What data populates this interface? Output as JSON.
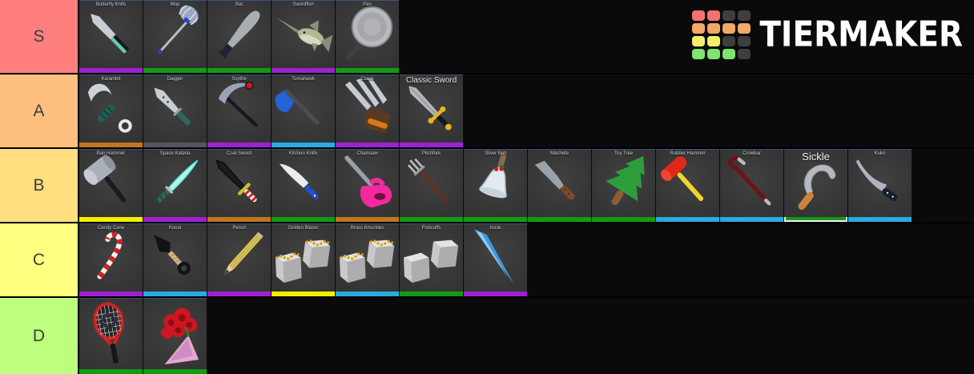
{
  "logo": {
    "text": "TIERMAKER",
    "grid": [
      [
        "#f87171",
        "#f87171",
        "#3e3e3e",
        "#3e3e3e"
      ],
      [
        "#f3a96a",
        "#f3a96a",
        "#f3a96a",
        "#f3a96a"
      ],
      [
        "#f3ef6e",
        "#f3ef6e",
        "#3e3e3e",
        "#3e3e3e"
      ],
      [
        "#7fe36f",
        "#7fe36f",
        "#7fe36f",
        "#3e3e3e"
      ]
    ]
  },
  "palette": {
    "purple": "#a020d0",
    "green": "#149b14",
    "cyan": "#29abe2",
    "orange": "#c1761c",
    "gray": "#56565a",
    "yellow": "#f2ef00"
  },
  "tiers": [
    {
      "label": "S",
      "color": "#ff7f7e",
      "items": [
        {
          "name": "Butterfly Knife",
          "bar": "purple",
          "icon": "butterfly",
          "c": [
            "#c9ced6",
            "#63c9b4",
            "#16191e"
          ]
        },
        {
          "name": "Mop",
          "bar": "green",
          "icon": "mop",
          "c": [
            "#b9bec6",
            "#9aa6c2",
            "#2b46c8"
          ]
        },
        {
          "name": "Bat",
          "bar": "green",
          "icon": "bat",
          "c": [
            "#a9aeb5",
            "#1d2433"
          ]
        },
        {
          "name": "Swordfish",
          "bar": "purple",
          "icon": "swordfish",
          "c": [
            "#b3b896",
            "#87907a",
            "#d6d9c0"
          ]
        },
        {
          "name": "Pan",
          "bar": "green",
          "icon": "pan",
          "c": [
            "#b9babe",
            "#3f4042"
          ]
        }
      ]
    },
    {
      "label": "A",
      "color": "#ffbf7f",
      "items": [
        {
          "name": "Karambit",
          "bar": "orange",
          "icon": "karambit",
          "c": [
            "#cdd2d8",
            "#1f5f55",
            "#e8e8e8"
          ]
        },
        {
          "name": "Dagger",
          "bar": "gray",
          "icon": "dagger",
          "c": [
            "#c9ced4",
            "#2a6a5c"
          ]
        },
        {
          "name": "Scythe",
          "bar": "purple",
          "icon": "scythe",
          "c": [
            "#9ba2b8",
            "#17171f",
            "#e01616"
          ]
        },
        {
          "name": "Tomahawk",
          "bar": "cyan",
          "icon": "tomahawk",
          "c": [
            "#2563d6",
            "#4a4e55"
          ]
        },
        {
          "name": "Claws",
          "bar": "purple",
          "icon": "claws",
          "c": [
            "#c6cbd1",
            "#5a3a20",
            "#d97716"
          ]
        },
        {
          "name": "Classic Sword",
          "bar": "purple",
          "icon": "sword",
          "c": [
            "#b3b7bd",
            "#e8b31c",
            "#16161e"
          ],
          "label_style": "large"
        }
      ]
    },
    {
      "label": "B",
      "color": "#ffdf80",
      "items": [
        {
          "name": "Ban Hammer",
          "bar": "yellow",
          "icon": "banhammer",
          "c": [
            "#aab0b8",
            "#1a1a22"
          ]
        },
        {
          "name": "Space Katana",
          "bar": "purple",
          "icon": "katana",
          "c": [
            "#b2f4ee",
            "#2f6b4f",
            "#5ae8dc"
          ]
        },
        {
          "name": "Coal Sword",
          "bar": "orange",
          "icon": "coalsword",
          "c": [
            "#1a1c20",
            "#c8c22c",
            "#d42020"
          ]
        },
        {
          "name": "Kitchen Knife",
          "bar": "green",
          "icon": "kitchenknife",
          "c": [
            "#e9edf2",
            "#2350c8"
          ]
        },
        {
          "name": "Chainsaw",
          "bar": "orange",
          "icon": "chainsaw",
          "c": [
            "#f528a0",
            "#9aa0a6"
          ]
        },
        {
          "name": "Pitchfork",
          "bar": "green",
          "icon": "pitchfork",
          "c": [
            "#b9bec4",
            "#7a2812"
          ]
        },
        {
          "name": "Silver Bell",
          "bar": "green",
          "icon": "silverbell",
          "c": [
            "#e3ebf0",
            "#8a6a50",
            "#cc1d1d"
          ]
        },
        {
          "name": "Machete",
          "bar": "green",
          "icon": "machete",
          "c": [
            "#9aa2aa",
            "#7a4a28"
          ]
        },
        {
          "name": "Toy Tree",
          "bar": "green",
          "icon": "toytree",
          "c": [
            "#2e9e3c",
            "#8a5c38"
          ]
        },
        {
          "name": "Rubber Hammer",
          "bar": "cyan",
          "icon": "rubberhammer",
          "c": [
            "#e02818",
            "#f2d431"
          ]
        },
        {
          "name": "Crowbar",
          "bar": "cyan",
          "icon": "crowbar",
          "c": [
            "#6e1216",
            "#b8bcc2"
          ]
        },
        {
          "name": "Sickle",
          "bar": "green",
          "icon": "sickle",
          "c": [
            "#b6bac0",
            "#cd833f"
          ],
          "label_style": "xlarge",
          "selected": true
        },
        {
          "name": "Kukri",
          "bar": "cyan",
          "icon": "kukri",
          "c": [
            "#b7b0c2",
            "#15202e"
          ]
        }
      ]
    },
    {
      "label": "C",
      "color": "#feff7f",
      "items": [
        {
          "name": "Candy Cane",
          "bar": "purple",
          "icon": "candycane",
          "c": [
            "#f2f2f2",
            "#d61e1e"
          ]
        },
        {
          "name": "Kunai",
          "bar": "cyan",
          "icon": "kunai",
          "c": [
            "#111318",
            "#dcb287"
          ]
        },
        {
          "name": "Pencil",
          "bar": "purple",
          "icon": "pencil",
          "c": [
            "#d9c258",
            "#e7cfa2",
            "#2c2c2c"
          ]
        },
        {
          "name": "Golden Blazer",
          "bar": "yellow",
          "icon": "fists",
          "c": [
            "#c9c9c9",
            "#d89c16"
          ]
        },
        {
          "name": "Brass Knuckles",
          "bar": "cyan",
          "icon": "fists",
          "c": [
            "#c9c9c9",
            "#d8a416"
          ]
        },
        {
          "name": "Fisticuffs",
          "bar": "green",
          "icon": "fists",
          "c": [
            "#c9c9c9",
            ""
          ]
        },
        {
          "name": "Icicle",
          "bar": "purple",
          "icon": "icicle",
          "c": [
            "#3e9ade",
            "#8ecdf2"
          ]
        }
      ]
    },
    {
      "label": "D",
      "color": "#beff7e",
      "items": [
        {
          "name": "",
          "slug": "tennis-racket",
          "bar": "green",
          "icon": "racket",
          "c": [
            "#d42020",
            "#15161e",
            "#b9b9b9"
          ]
        },
        {
          "name": "",
          "slug": "roses",
          "bar": "green",
          "icon": "roses",
          "c": [
            "#cc1620",
            "#e5a8d4"
          ]
        }
      ]
    }
  ]
}
